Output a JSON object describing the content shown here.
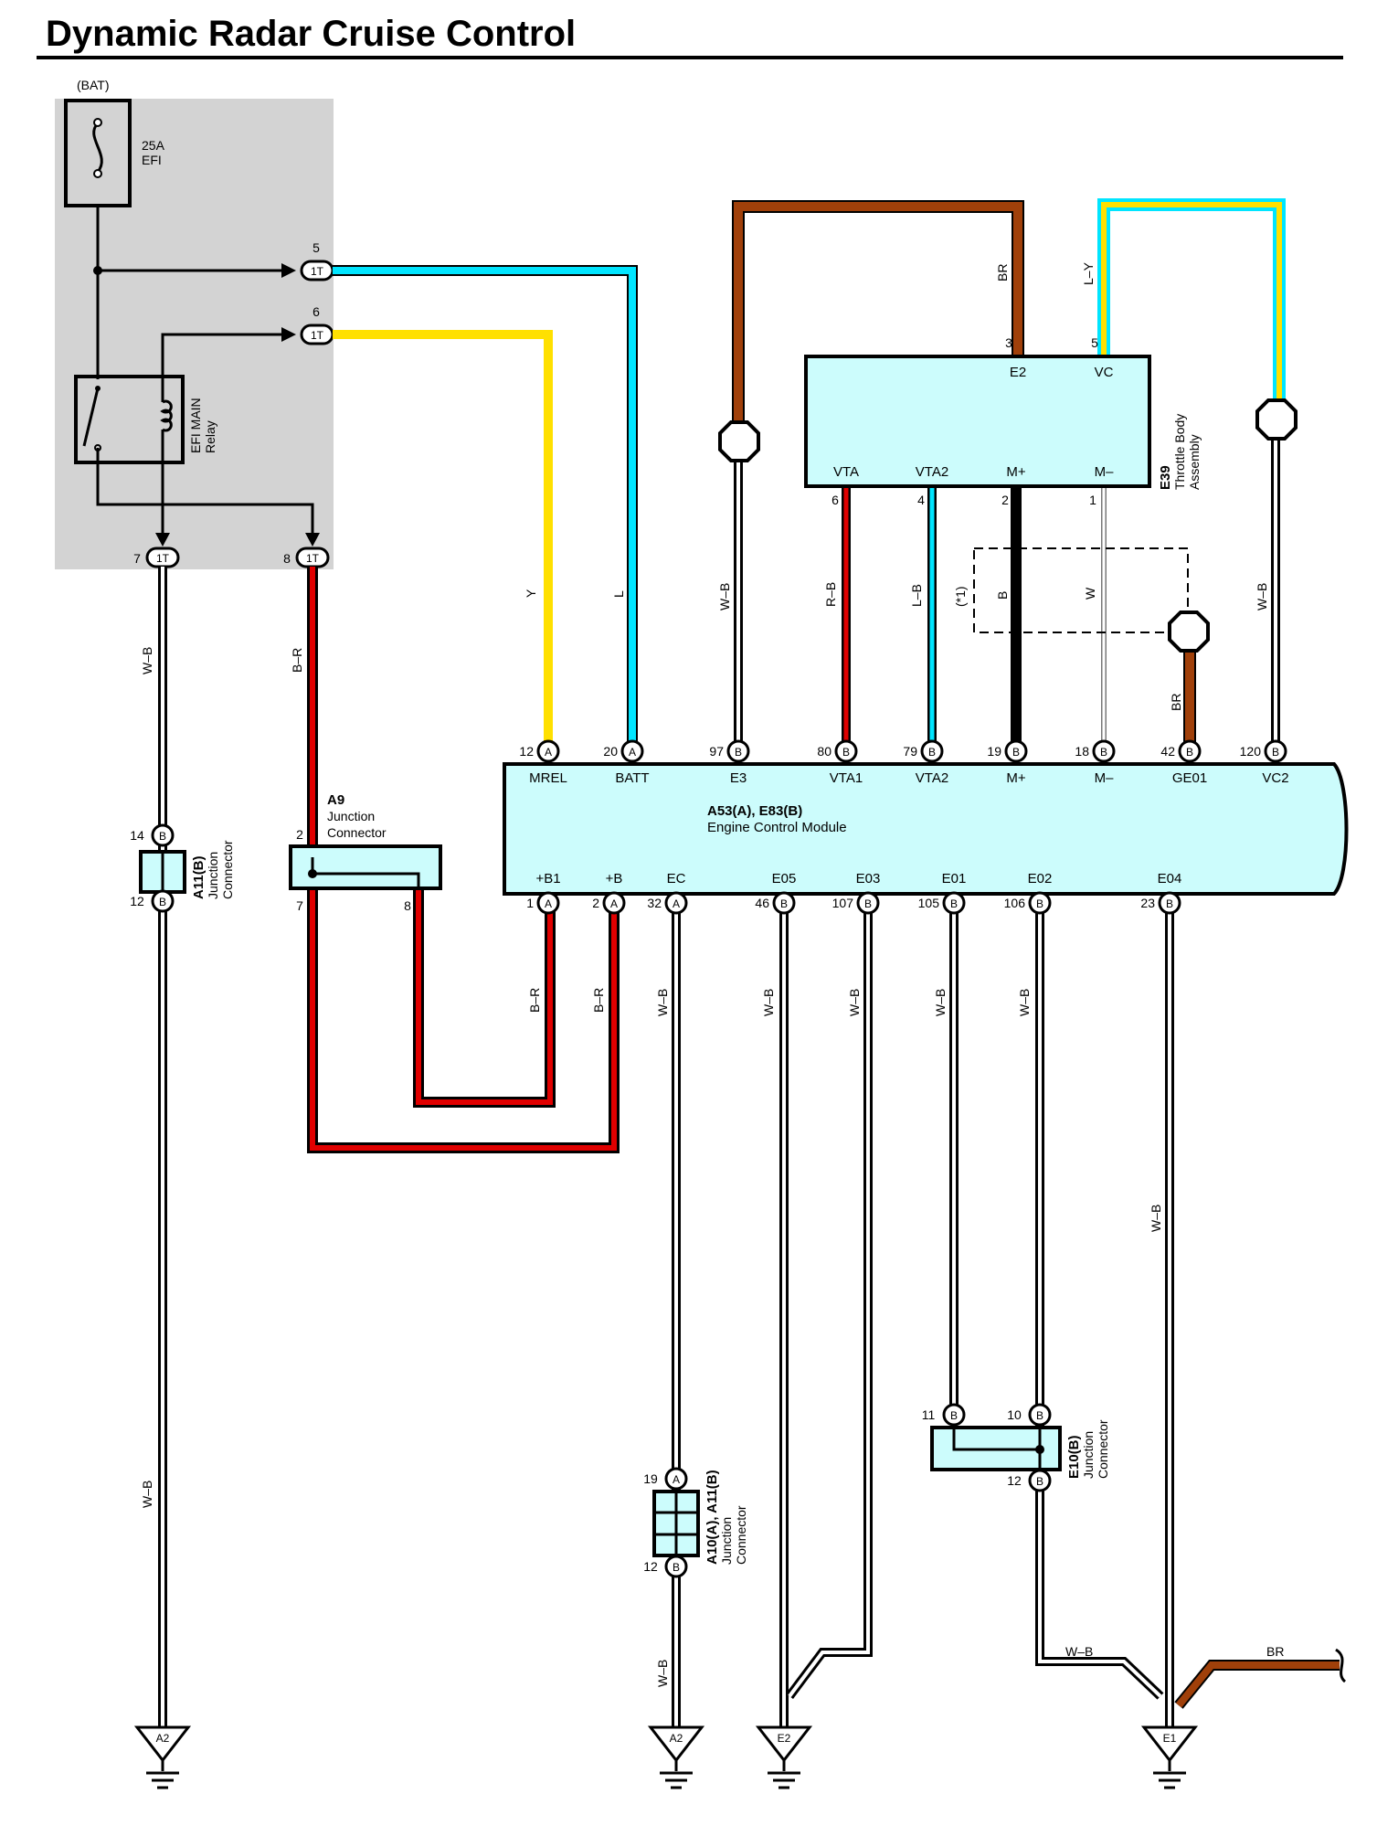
{
  "title": "Dynamic Radar Cruise Control",
  "power": {
    "bat_label": "(BAT)",
    "fuse_rating": "25A",
    "fuse_name": "EFI",
    "relay_line1": "EFI MAIN",
    "relay_line2": "Relay",
    "conn_code": "1T",
    "pin_5": "5",
    "pin_6": "6",
    "pin_7": "7",
    "pin_8": "8"
  },
  "throttle": {
    "name_line1": "E39",
    "name_line2": "Throttle Body",
    "name_line3": "Assembly",
    "pins": [
      {
        "num": "3",
        "label": "E2"
      },
      {
        "num": "5",
        "label": "VC"
      },
      {
        "num": "6",
        "label": "VTA"
      },
      {
        "num": "4",
        "label": "VTA2"
      },
      {
        "num": "2",
        "label": "M+"
      },
      {
        "num": "1",
        "label": "M–"
      }
    ]
  },
  "ecm": {
    "name_line1": "A53(A), E83(B)",
    "name_line2": "Engine Control Module",
    "top_pins": [
      {
        "num": "12",
        "conn": "A",
        "label": "MREL"
      },
      {
        "num": "20",
        "conn": "A",
        "label": "BATT"
      },
      {
        "num": "97",
        "conn": "B",
        "label": "E3"
      },
      {
        "num": "80",
        "conn": "B",
        "label": "VTA1"
      },
      {
        "num": "79",
        "conn": "B",
        "label": "VTA2"
      },
      {
        "num": "19",
        "conn": "B",
        "label": "M+"
      },
      {
        "num": "18",
        "conn": "B",
        "label": "M–"
      },
      {
        "num": "42",
        "conn": "B",
        "label": "GE01"
      },
      {
        "num": "120",
        "conn": "B",
        "label": "VC2"
      }
    ],
    "bottom_pins": [
      {
        "num": "1",
        "conn": "A",
        "label": "+B1"
      },
      {
        "num": "2",
        "conn": "A",
        "label": "+B"
      },
      {
        "num": "32",
        "conn": "A",
        "label": "EC"
      },
      {
        "num": "46",
        "conn": "B",
        "label": "E05"
      },
      {
        "num": "107",
        "conn": "B",
        "label": "E03"
      },
      {
        "num": "105",
        "conn": "B",
        "label": "E01"
      },
      {
        "num": "106",
        "conn": "B",
        "label": "E02"
      },
      {
        "num": "23",
        "conn": "B",
        "label": "E04"
      }
    ]
  },
  "wires": {
    "wb": "W–B",
    "br_dash": "B–R",
    "y": "Y",
    "l": "L",
    "br": "BR",
    "ly": "L–Y",
    "rb": "R–B",
    "lb": "L–B",
    "b": "B",
    "w": "W",
    "shield": "(*1)"
  },
  "junctions": {
    "a9": {
      "name": "A9",
      "line2": "Junction",
      "line3": "Connector",
      "pin_in": "2",
      "pin_7": "7",
      "pin_8": "8"
    },
    "a11": {
      "name": "A11(B)",
      "line2": "Junction",
      "line3": "Connector",
      "pin_top": "14",
      "pin_bot": "12",
      "conn": "B"
    },
    "a10": {
      "name": "A10(A), A11(B)",
      "line2": "Junction",
      "line3": "Connector",
      "pin_top": "19",
      "pin_bot": "12",
      "conn_top": "A",
      "conn_bot": "B"
    },
    "e10": {
      "name": "E10(B)",
      "line2": "Junction",
      "line3": "Connector",
      "pin_l": "11",
      "pin_r": "10",
      "pin_bot": "12",
      "conn": "B"
    }
  },
  "grounds": {
    "a2": "A2",
    "e2": "E2",
    "e1": "E1"
  },
  "colors": {
    "cyan": "#00e5ff",
    "yellow": "#ffe000",
    "brown": "#a0400a",
    "red": "#e00000",
    "box_fill": "#ccfcfc",
    "relay_panel": "#d3d3d3"
  }
}
